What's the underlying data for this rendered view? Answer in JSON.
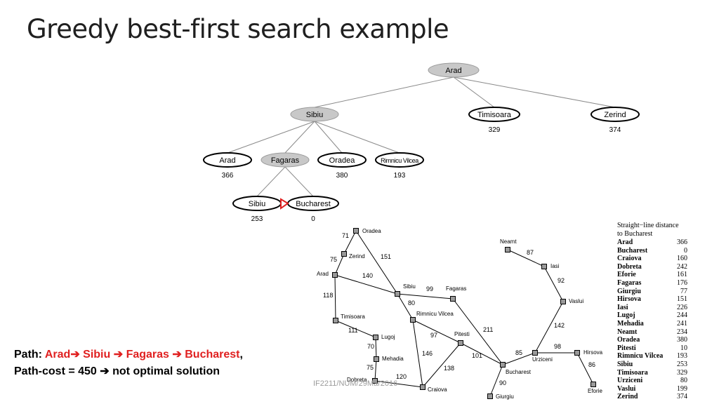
{
  "title": "Greedy best-first search example",
  "tree": {
    "nodes": [
      {
        "id": "root",
        "label": "Arad",
        "h": "",
        "expanded": true
      },
      {
        "id": "sibiu",
        "label": "Sibiu",
        "h": "",
        "expanded": true
      },
      {
        "id": "timisoara",
        "label": "Timisoara",
        "h": "329",
        "expanded": false
      },
      {
        "id": "zerind",
        "label": "Zerind",
        "h": "374",
        "expanded": false
      },
      {
        "id": "arad2",
        "label": "Arad",
        "h": "366",
        "expanded": false
      },
      {
        "id": "fagaras",
        "label": "Fagaras",
        "h": "",
        "expanded": true
      },
      {
        "id": "oradea",
        "label": "Oradea",
        "h": "380",
        "expanded": false
      },
      {
        "id": "rimnicu",
        "label": "Rimnicu Vilcea",
        "h": "193",
        "expanded": false
      },
      {
        "id": "sibiu2",
        "label": "Sibiu",
        "h": "253",
        "expanded": false
      },
      {
        "id": "bucharest",
        "label": "Bucharest",
        "h": "0",
        "expanded": false
      }
    ]
  },
  "map": {
    "cities": [
      {
        "id": "oradea",
        "label": "Oradea"
      },
      {
        "id": "zerind",
        "label": "Zerind"
      },
      {
        "id": "arad",
        "label": "Arad"
      },
      {
        "id": "timisoara",
        "label": "Timisoara"
      },
      {
        "id": "lugoj",
        "label": "Lugoj"
      },
      {
        "id": "mehadia",
        "label": "Mehadia"
      },
      {
        "id": "dobreta",
        "label": "Dobreta"
      },
      {
        "id": "craiova",
        "label": "Craiova"
      },
      {
        "id": "sibiu",
        "label": "Sibiu"
      },
      {
        "id": "rimnicu",
        "label": "Rimnicu Vilcea"
      },
      {
        "id": "fagaras",
        "label": "Fagaras"
      },
      {
        "id": "pitesti",
        "label": "Pitesti"
      },
      {
        "id": "bucharest",
        "label": "Bucharest"
      },
      {
        "id": "giurgiu",
        "label": "Giurgiu"
      },
      {
        "id": "urziceni",
        "label": "Urziceni"
      },
      {
        "id": "neamt",
        "label": "Neamt"
      },
      {
        "id": "iasi",
        "label": "Iasi"
      },
      {
        "id": "vaslui",
        "label": "Vaslui"
      },
      {
        "id": "hirsova",
        "label": "Hirsova"
      },
      {
        "id": "eforie",
        "label": "Eforie"
      }
    ],
    "roads": [
      {
        "a": "oradea",
        "b": "zerind",
        "d": "71"
      },
      {
        "a": "zerind",
        "b": "arad",
        "d": "75"
      },
      {
        "a": "oradea",
        "b": "sibiu",
        "d": "151"
      },
      {
        "a": "arad",
        "b": "sibiu",
        "d": "140"
      },
      {
        "a": "arad",
        "b": "timisoara",
        "d": "118"
      },
      {
        "a": "timisoara",
        "b": "lugoj",
        "d": "111"
      },
      {
        "a": "lugoj",
        "b": "mehadia",
        "d": "70"
      },
      {
        "a": "mehadia",
        "b": "dobreta",
        "d": "75"
      },
      {
        "a": "dobreta",
        "b": "craiova",
        "d": "120"
      },
      {
        "a": "sibiu",
        "b": "fagaras",
        "d": "99"
      },
      {
        "a": "sibiu",
        "b": "rimnicu",
        "d": "80"
      },
      {
        "a": "rimnicu",
        "b": "craiova",
        "d": "146"
      },
      {
        "a": "rimnicu",
        "b": "pitesti",
        "d": "97"
      },
      {
        "a": "craiova",
        "b": "pitesti",
        "d": "138"
      },
      {
        "a": "pitesti",
        "b": "bucharest",
        "d": "101"
      },
      {
        "a": "fagaras",
        "b": "bucharest",
        "d": "211"
      },
      {
        "a": "bucharest",
        "b": "giurgiu",
        "d": "90"
      },
      {
        "a": "bucharest",
        "b": "urziceni",
        "d": "85"
      },
      {
        "a": "urziceni",
        "b": "hirsova",
        "d": "98"
      },
      {
        "a": "hirsova",
        "b": "eforie",
        "d": "86"
      },
      {
        "a": "urziceni",
        "b": "vaslui",
        "d": "142"
      },
      {
        "a": "vaslui",
        "b": "iasi",
        "d": "92"
      },
      {
        "a": "iasi",
        "b": "neamt",
        "d": "87"
      }
    ]
  },
  "sld": {
    "title_line1": "Straight−line distance",
    "title_line2": "to Bucharest",
    "rows": [
      {
        "city": "Arad",
        "dist": "366"
      },
      {
        "city": "Bucharest",
        "dist": "0"
      },
      {
        "city": "Craiova",
        "dist": "160"
      },
      {
        "city": "Dobreta",
        "dist": "242"
      },
      {
        "city": "Eforie",
        "dist": "161"
      },
      {
        "city": "Fagaras",
        "dist": "176"
      },
      {
        "city": "Giurgiu",
        "dist": "77"
      },
      {
        "city": "Hirsova",
        "dist": "151"
      },
      {
        "city": "Iasi",
        "dist": "226"
      },
      {
        "city": "Lugoj",
        "dist": "244"
      },
      {
        "city": "Mehadia",
        "dist": "241"
      },
      {
        "city": "Neamt",
        "dist": "234"
      },
      {
        "city": "Oradea",
        "dist": "380"
      },
      {
        "city": "Pitesti",
        "dist": "10"
      },
      {
        "city": "Rimnicu Vilcea",
        "dist": "193"
      },
      {
        "city": "Sibiu",
        "dist": "253"
      },
      {
        "city": "Timisoara",
        "dist": "329"
      },
      {
        "city": "Urziceni",
        "dist": "80"
      },
      {
        "city": "Vaslui",
        "dist": "199"
      },
      {
        "city": "Zerind",
        "dist": "374"
      }
    ]
  },
  "path": {
    "prefix": "Path:",
    "route": "Arad➔ Sibiu ➔ Fagaras ➔ Bucharest",
    "suffix": ",",
    "cost": "Path-cost = 450 ➔ not optimal solution"
  },
  "footer": "IF2211/NUM/29Mar2016",
  "colors": {
    "expanded": "#c8c8c8",
    "unexpanded": "#ffffff",
    "arrow": "#e02020",
    "route": "#e02020"
  }
}
